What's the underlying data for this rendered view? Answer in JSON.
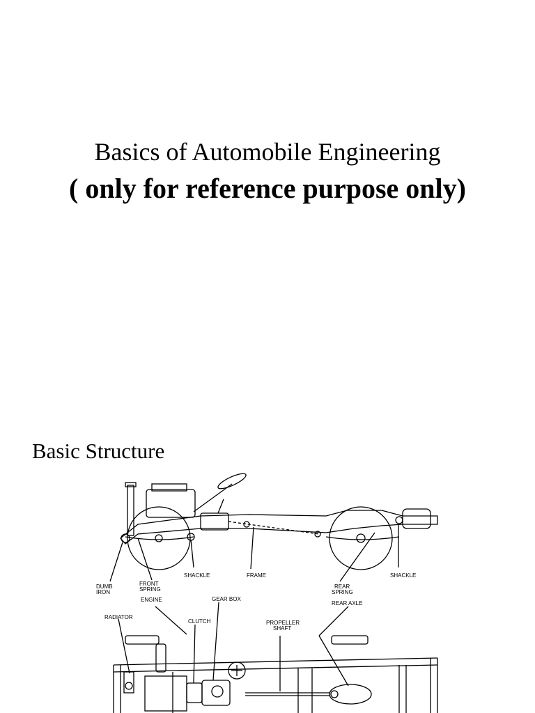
{
  "title": "Basics of Automobile Engineering",
  "subtitle": "( only for reference purpose only)",
  "section_heading": "Basic Structure",
  "figure": {
    "side_view_labels": {
      "dumb_iron_1": "DUMB",
      "dumb_iron_2": "IRON",
      "front_spring_1": "FRONT",
      "front_spring_2": "SPRING",
      "shackle_front": "SHACKLE",
      "frame": "FRAME",
      "rear_spring_1": "REAR",
      "rear_spring_2": "SPRING",
      "shackle_rear": "SHACKLE"
    },
    "plan_view_labels": {
      "engine": "ENGINE",
      "gear_box": "GEAR BOX",
      "radiator": "RADIATOR",
      "clutch": "CLUTCH",
      "propeller_shaft_1": "PROPELLER",
      "propeller_shaft_2": "SHAFT",
      "rear_axle": "REAR AXLE"
    }
  }
}
